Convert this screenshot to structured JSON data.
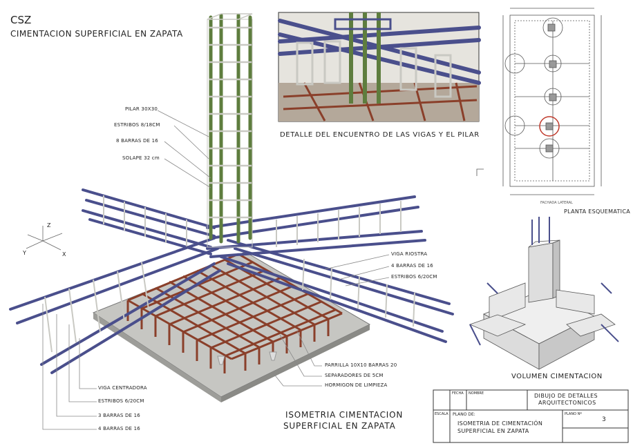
{
  "header": {
    "code": "CSZ",
    "title": "CIMENTACION SUPERFICIAL EN ZAPATA"
  },
  "column_callouts": [
    "PILAR 30X30",
    "ESTRIBOS 8/18CM",
    "8 BARRAS DE 16",
    "SOLAPE 32 cm"
  ],
  "detail_caption": "DETALLE DEL ENCUENTRO DE LAS VIGAS Y EL PILAR",
  "plan_caption": "PLANTA ESQUEMATICA",
  "plan_subcaption": "FACHADA LATERAL",
  "axes": {
    "z": "Z",
    "y": "Y",
    "x": "X"
  },
  "tie_beam_callouts": [
    "VIGA RIOSTRA",
    "4 BARRAS DE 16",
    "ESTRIBOS 6/20CM"
  ],
  "footing_callouts": [
    "PARRILLA 10X10 BARRAS 20",
    "SEPARADORES DE 5CM",
    "HORMIGON DE LIMPIEZA"
  ],
  "centering_beam_callouts": [
    "VIGA CENTRADORA",
    "ESTRIBOS 6/20CM",
    "3 BARRAS DE 16",
    "4 BARRAS DE 16"
  ],
  "iso_caption": [
    "ISOMETRIA CIMENTACION",
    "SUPERFICIAL EN ZAPATA"
  ],
  "volume_caption": "VOLUMEN CIMENTACION",
  "title_block": {
    "fecha_label": "FECHA",
    "nombre_label": "NOMBRE",
    "escala_label": "ESCALA",
    "plano_de_label": "PLANO DE:",
    "plano_no_label": "PLANO Nº",
    "drawing_type": [
      "DIBUJO DE DETALLES",
      "ARQUITECTONICOS"
    ],
    "drawing_title": [
      "ISOMETRIA DE CIMENTACIÓN",
      "SUPERFICIAL EN ZAPATA"
    ],
    "sheet_number": "3"
  },
  "colors": {
    "rebar_blue": "#4a4f8c",
    "rebar_green": "#5e7d3e",
    "rebar_rust": "#8a3f2a",
    "stirrup_grey": "#c9c9c3",
    "concrete": "#b9b9b9"
  }
}
